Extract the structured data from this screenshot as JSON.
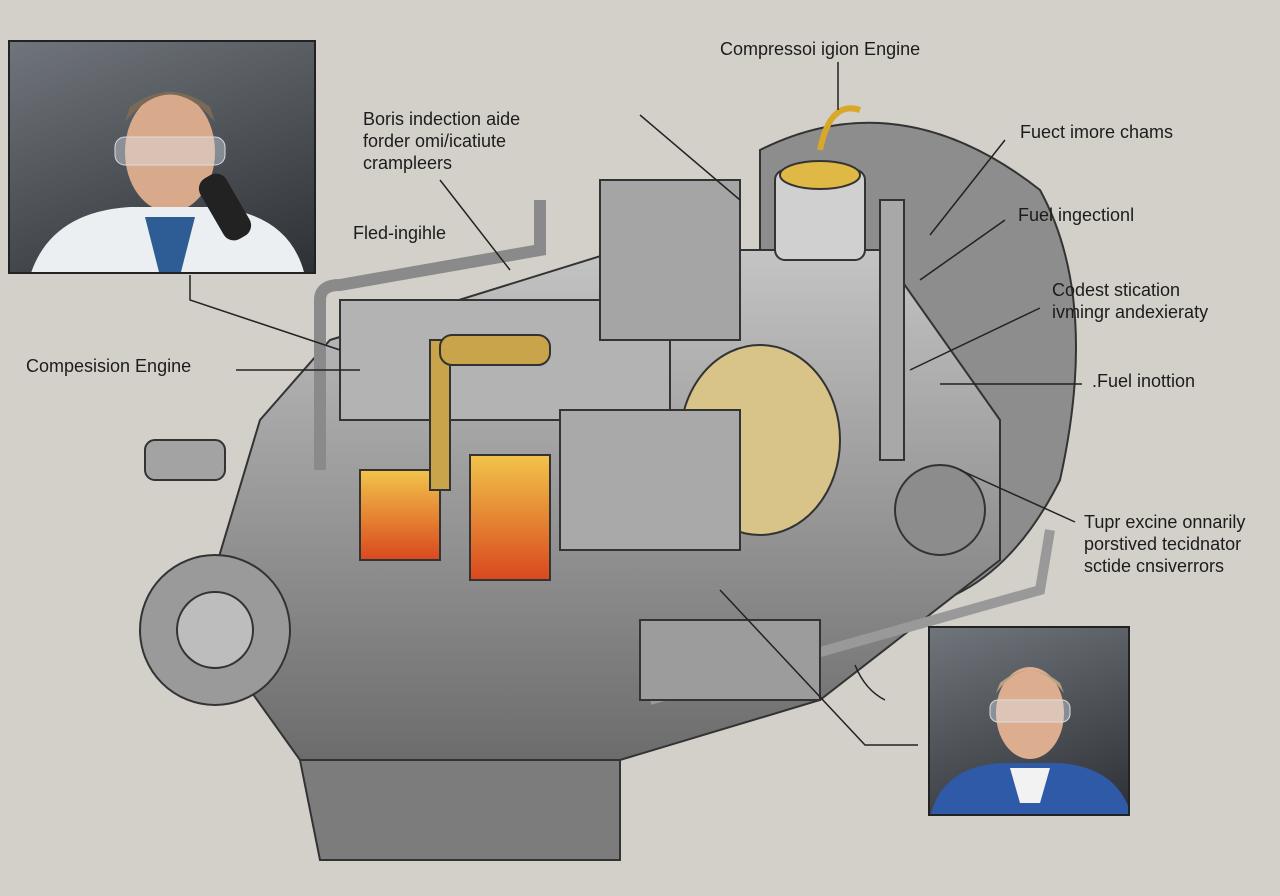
{
  "title": "Compressoi igion Engine",
  "labels": {
    "boris": [
      "Boris indection aide",
      "forder omi/icatiute",
      "crampleers"
    ],
    "fled": "Fled-ingihle",
    "compesion": "Compesision Engine",
    "fuect": "Fuect imore chams",
    "fuel_inj": "Fuel ingectionl",
    "codest": [
      "Codest stication",
      "ivmingr andexieraty"
    ],
    "fuel_inot": ".Fuel inottion",
    "tupr": [
      "Tupr excine onnarily",
      "porstived tecidnator",
      "sctide cnsiverrors"
    ]
  },
  "colors": {
    "background": "#d3d0ca",
    "metal": "#9a9a9a",
    "brass": "#c9a44a",
    "hot": "#e0702a"
  }
}
